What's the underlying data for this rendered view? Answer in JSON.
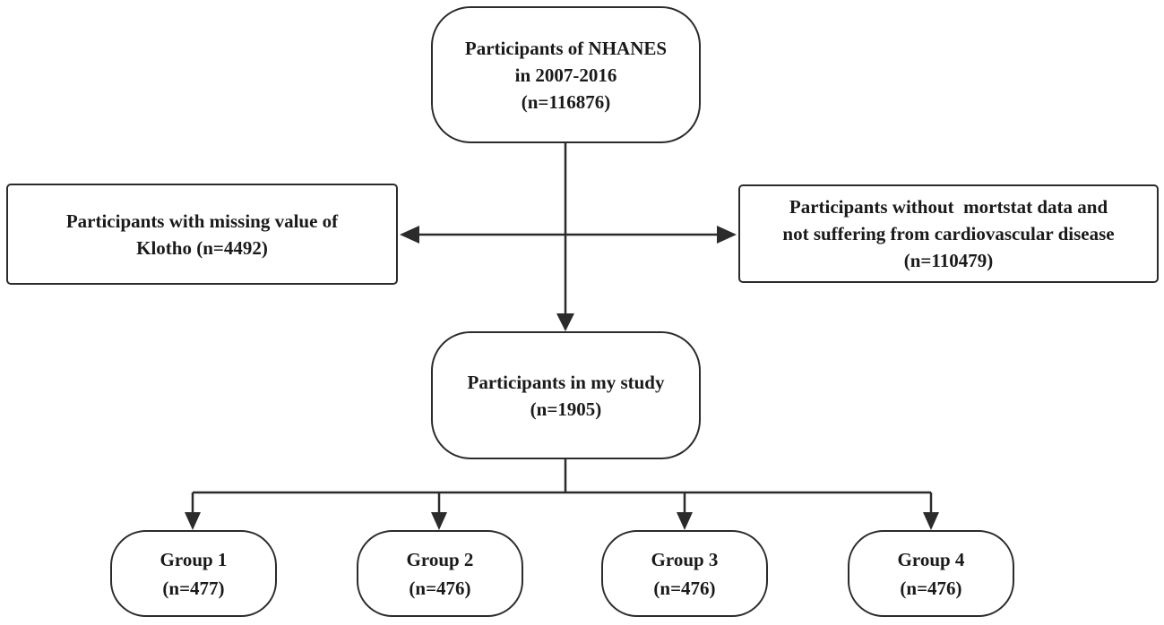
{
  "diagram": {
    "type": "flowchart",
    "colors": {
      "stroke": "#2b2b2b",
      "text": "#1a1a1a",
      "background": "#ffffff"
    },
    "nodes": {
      "top": {
        "line1": "Participants of NHANES",
        "line2": "in 2007-2016",
        "line3": "(n=116876)"
      },
      "excluded_left": {
        "line1": "Participants with missing value of",
        "line2": "Klotho (n=4492)"
      },
      "excluded_right": {
        "line1": "Participants without  mortstat data and",
        "line2": "not suffering from cardiovascular disease",
        "line3": "(n=110479)"
      },
      "study": {
        "line1": "Participants in my study",
        "line2": "(n=1905)"
      },
      "groups": [
        {
          "label": "Group 1",
          "count": "(n=477)"
        },
        {
          "label": "Group 2",
          "count": "(n=476)"
        },
        {
          "label": "Group 3",
          "count": "(n=476)"
        },
        {
          "label": "Group 4",
          "count": "(n=476)"
        }
      ]
    },
    "edges": [
      {
        "from": "top",
        "to": "study"
      },
      {
        "from": "top",
        "to": "excluded_left"
      },
      {
        "from": "top",
        "to": "excluded_right"
      },
      {
        "from": "study",
        "to": "group_1"
      },
      {
        "from": "study",
        "to": "group_2"
      },
      {
        "from": "study",
        "to": "group_3"
      },
      {
        "from": "study",
        "to": "group_4"
      }
    ]
  }
}
